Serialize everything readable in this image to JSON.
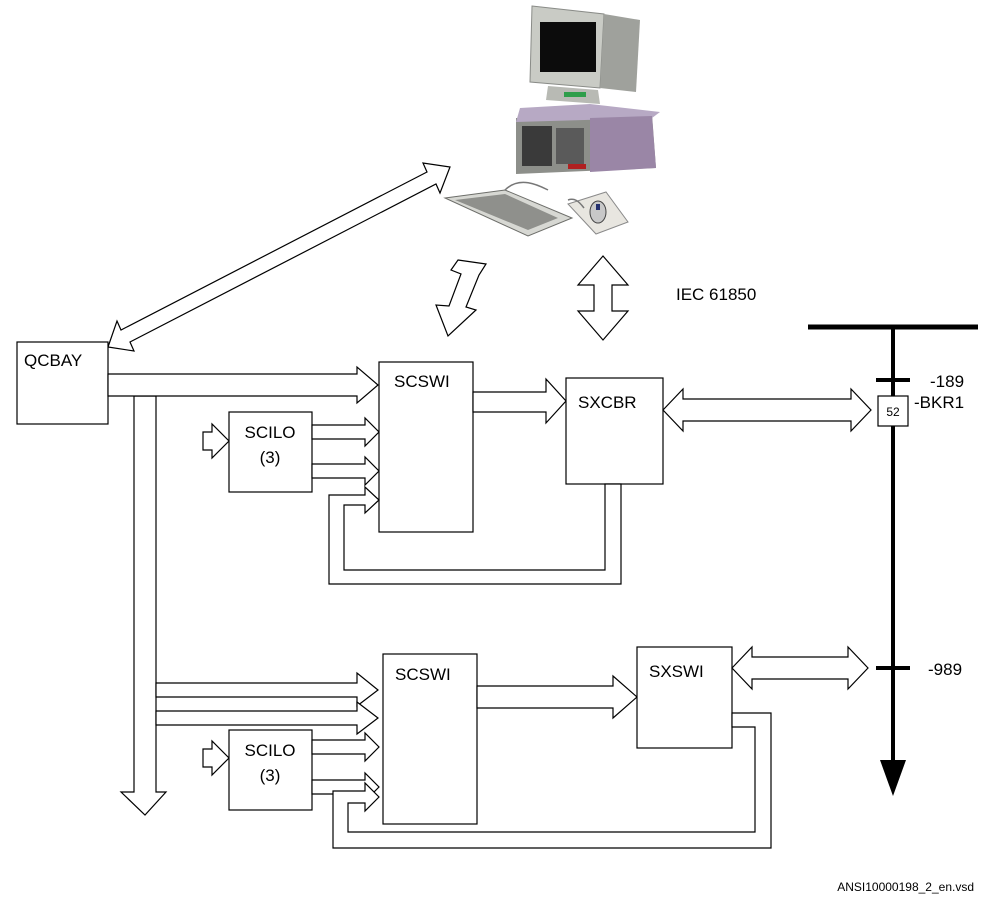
{
  "blocks": {
    "qcbay": "QCBAY",
    "scswi_1": "SCSWI",
    "sxcbr": "SXCBR",
    "scilo_1_line1": "SCILO",
    "scilo_1_line2": "(3)",
    "scswi_2": "SCSWI",
    "sxswi": "SXSWI",
    "scilo_2_line1": "SCILO",
    "scilo_2_line2": "(3)"
  },
  "protocol_label": "IEC 61850",
  "single_line": {
    "disconnector_top": "-189",
    "breaker_symbol": "52",
    "breaker_label": "-BKR1",
    "earthing_switch": "-989"
  },
  "file_name": "ANSI10000198_2_en.vsd",
  "icons": [
    "computer-workstation-icon"
  ]
}
